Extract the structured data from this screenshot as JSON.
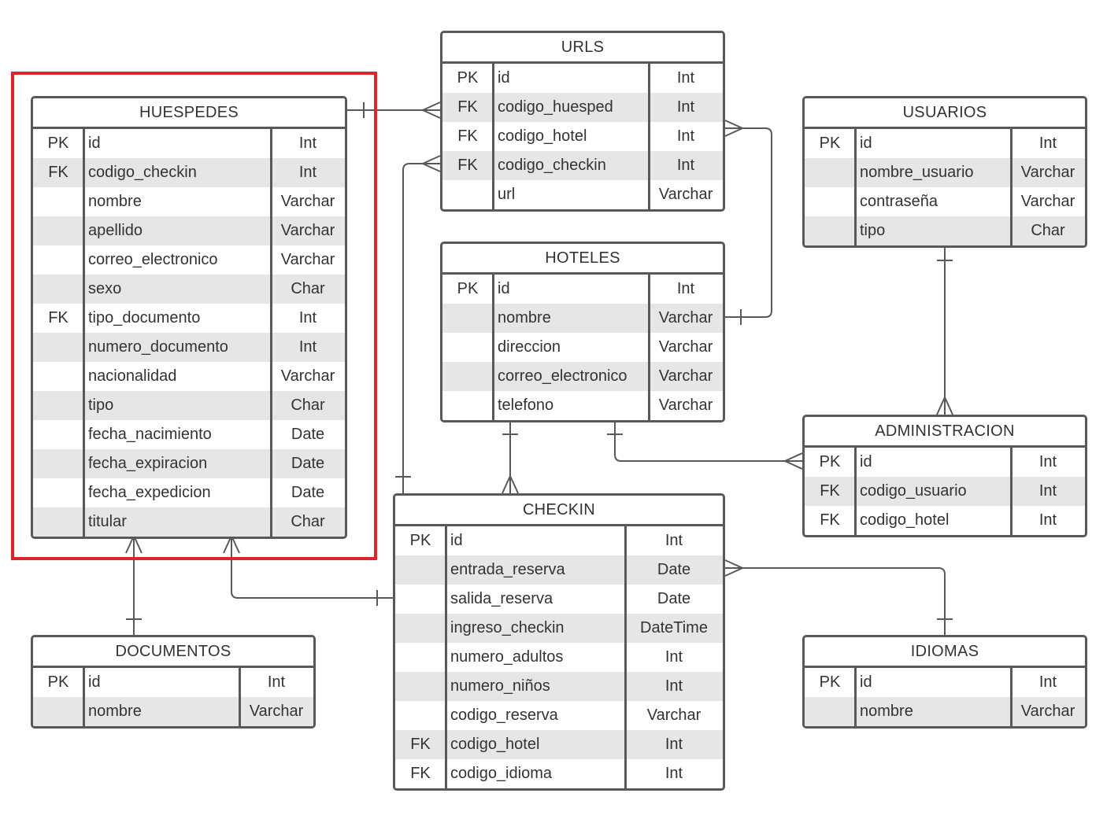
{
  "diagram": {
    "tables": [
      {
        "id": "huespedes",
        "title": "HUESPEDES",
        "rows": [
          {
            "key": "PK",
            "name": "id",
            "type": "Int"
          },
          {
            "key": "FK",
            "name": "codigo_checkin",
            "type": "Int"
          },
          {
            "key": "",
            "name": "nombre",
            "type": "Varchar"
          },
          {
            "key": "",
            "name": "apellido",
            "type": "Varchar"
          },
          {
            "key": "",
            "name": "correo_electronico",
            "type": "Varchar"
          },
          {
            "key": "",
            "name": "sexo",
            "type": "Char"
          },
          {
            "key": "FK",
            "name": "tipo_documento",
            "type": "Int"
          },
          {
            "key": "",
            "name": "numero_documento",
            "type": "Int"
          },
          {
            "key": "",
            "name": "nacionalidad",
            "type": "Varchar"
          },
          {
            "key": "",
            "name": "tipo",
            "type": "Char"
          },
          {
            "key": "",
            "name": "fecha_nacimiento",
            "type": "Date"
          },
          {
            "key": "",
            "name": "fecha_expiracion",
            "type": "Date"
          },
          {
            "key": "",
            "name": "fecha_expedicion",
            "type": "Date"
          },
          {
            "key": "",
            "name": "titular",
            "type": "Char"
          }
        ]
      },
      {
        "id": "urls",
        "title": "URLS",
        "rows": [
          {
            "key": "PK",
            "name": "id",
            "type": "Int"
          },
          {
            "key": "FK",
            "name": "codigo_huesped",
            "type": "Int"
          },
          {
            "key": "FK",
            "name": "codigo_hotel",
            "type": "Int"
          },
          {
            "key": "FK",
            "name": "codigo_checkin",
            "type": "Int"
          },
          {
            "key": "",
            "name": "url",
            "type": "Varchar"
          }
        ]
      },
      {
        "id": "usuarios",
        "title": "USUARIOS",
        "rows": [
          {
            "key": "PK",
            "name": "id",
            "type": "Int"
          },
          {
            "key": "",
            "name": "nombre_usuario",
            "type": "Varchar"
          },
          {
            "key": "",
            "name": "contraseña",
            "type": "Varchar"
          },
          {
            "key": "",
            "name": "tipo",
            "type": "Char"
          }
        ]
      },
      {
        "id": "hoteles",
        "title": "HOTELES",
        "rows": [
          {
            "key": "PK",
            "name": "id",
            "type": "Int"
          },
          {
            "key": "",
            "name": "nombre",
            "type": "Varchar"
          },
          {
            "key": "",
            "name": "direccion",
            "type": "Varchar"
          },
          {
            "key": "",
            "name": "correo_electronico",
            "type": "Varchar"
          },
          {
            "key": "",
            "name": "telefono",
            "type": "Varchar"
          }
        ]
      },
      {
        "id": "administracion",
        "title": "ADMINISTRACION",
        "rows": [
          {
            "key": "PK",
            "name": "id",
            "type": "Int"
          },
          {
            "key": "FK",
            "name": "codigo_usuario",
            "type": "Int"
          },
          {
            "key": "FK",
            "name": "codigo_hotel",
            "type": "Int"
          }
        ]
      },
      {
        "id": "checkin",
        "title": "CHECKIN",
        "rows": [
          {
            "key": "PK",
            "name": "id",
            "type": "Int"
          },
          {
            "key": "",
            "name": "entrada_reserva",
            "type": "Date"
          },
          {
            "key": "",
            "name": "salida_reserva",
            "type": "Date"
          },
          {
            "key": "",
            "name": "ingreso_checkin",
            "type": "DateTime"
          },
          {
            "key": "",
            "name": "numero_adultos",
            "type": "Int"
          },
          {
            "key": "",
            "name": "numero_niños",
            "type": "Int"
          },
          {
            "key": "",
            "name": "codigo_reserva",
            "type": "Varchar"
          },
          {
            "key": "FK",
            "name": "codigo_hotel",
            "type": "Int"
          },
          {
            "key": "FK",
            "name": "codigo_idioma",
            "type": "Int"
          }
        ]
      },
      {
        "id": "documentos",
        "title": "DOCUMENTOS",
        "rows": [
          {
            "key": "PK",
            "name": "id",
            "type": "Int"
          },
          {
            "key": "",
            "name": "nombre",
            "type": "Varchar"
          }
        ]
      },
      {
        "id": "idiomas",
        "title": "IDIOMAS",
        "rows": [
          {
            "key": "PK",
            "name": "id",
            "type": "Int"
          },
          {
            "key": "",
            "name": "nombre",
            "type": "Varchar"
          }
        ]
      }
    ],
    "colors": {
      "border": "#595959",
      "shade": "#e6e6e6",
      "text": "#333333",
      "highlight": "#d9252b"
    }
  }
}
